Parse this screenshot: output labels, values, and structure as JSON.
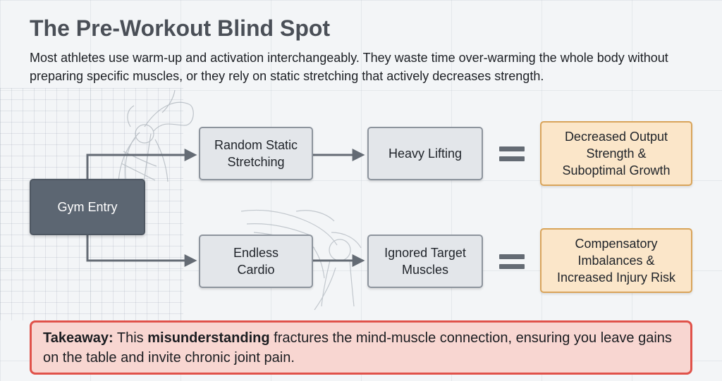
{
  "header": {
    "title": "The Pre-Workout Blind Spot",
    "subtitle": "Most athletes use warm-up and activation interchangeably. They waste time over-warming the whole body without preparing specific muscles, or they rely on static stretching that actively decreases strength."
  },
  "flow": {
    "start": {
      "label": "Gym Entry"
    },
    "top_path": {
      "step1": [
        "Random Static",
        "Stretching"
      ],
      "step2": [
        "Heavy Lifting"
      ],
      "result": [
        "Decreased Output",
        "Strength &",
        "Suboptimal Growth"
      ]
    },
    "bottom_path": {
      "step1": [
        "Endless",
        "Cardio"
      ],
      "step2": [
        "Ignored Target",
        "Muscles"
      ],
      "result": [
        "Compensatory",
        "Imbalances &",
        "Increased Injury Risk"
      ]
    }
  },
  "takeaway": {
    "label": "Takeaway:",
    "text_before": "This",
    "emphasis": "misunderstanding",
    "text_after": "fractures the mind-muscle connection, ensuring you leave gains on the table and invite chronic joint pain."
  },
  "colors": {
    "start_box": "#5c6672",
    "step_box": "#e3e6ea",
    "result_box": "#fbe6c9",
    "result_border": "#d9a45a",
    "takeaway_border": "#e0524a",
    "takeaway_fill": "#f8d6d1"
  }
}
